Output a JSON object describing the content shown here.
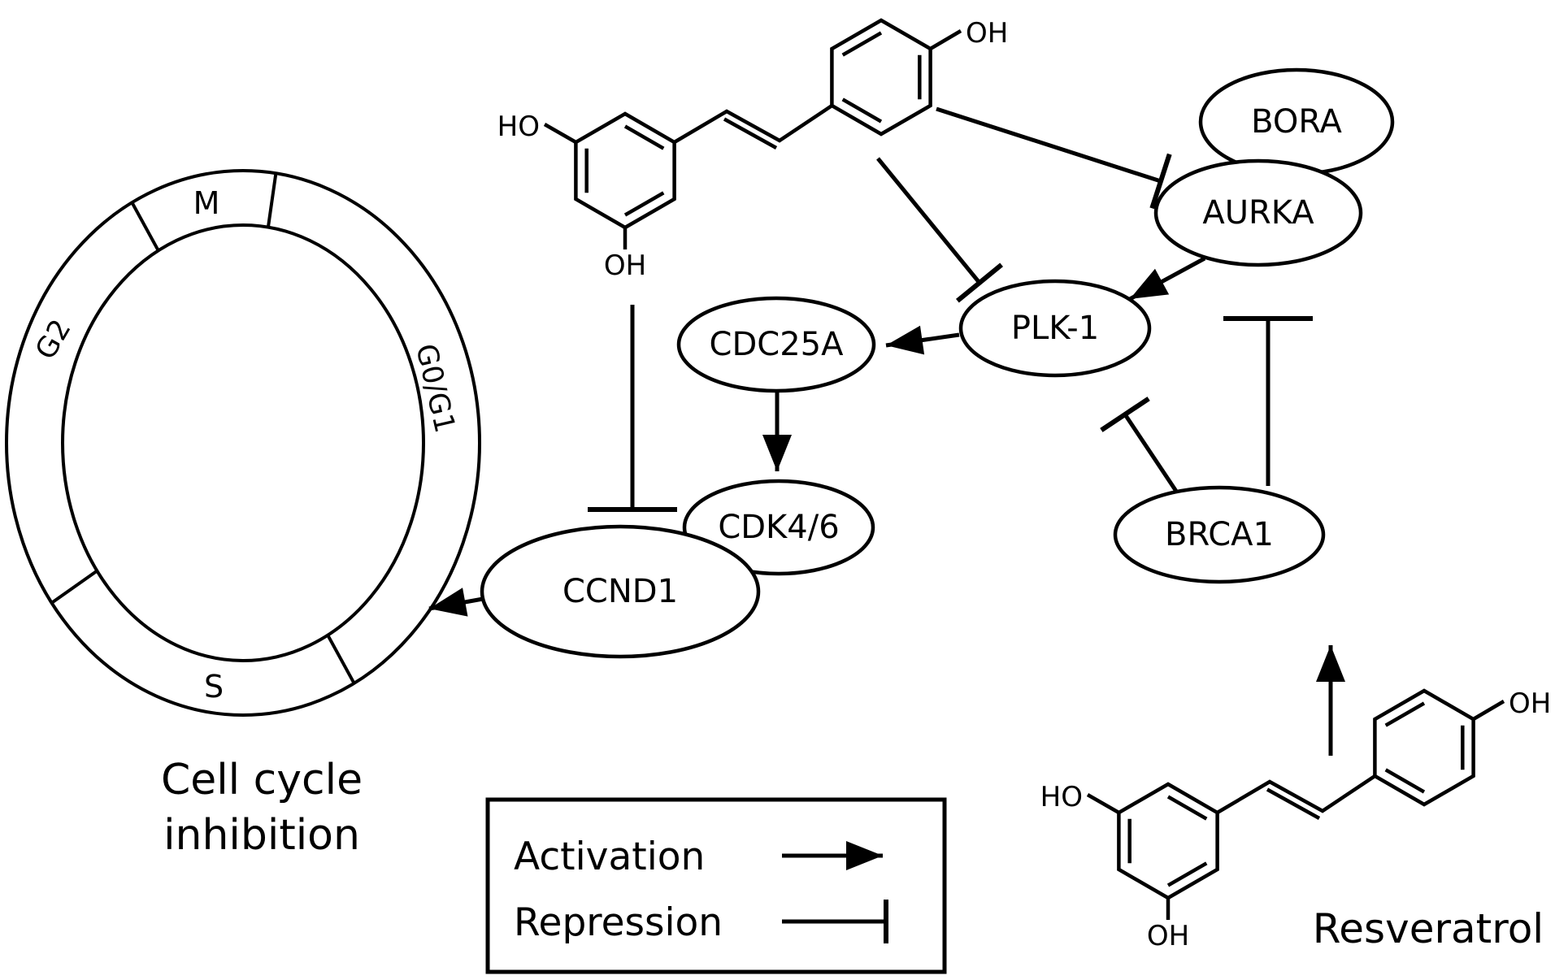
{
  "colors": {
    "ink": "#000000",
    "background": "#ffffff"
  },
  "cell_cycle": {
    "phases": [
      "M",
      "G0/G1",
      "S",
      "G2"
    ],
    "caption_line1": "Cell cycle",
    "caption_line2": "inhibition"
  },
  "nodes": {
    "bora": "BORA",
    "aurka": "AURKA",
    "plk1": "PLK-1",
    "cdc25a": "CDC25A",
    "cdk46": "CDK4/6",
    "ccnd1": "CCND1",
    "brca1": "BRCA1"
  },
  "molecule": {
    "name": "Resveratrol",
    "atom_labels": {
      "ho": "HO",
      "oh_top": "OH",
      "oh_bottom": "OH"
    }
  },
  "legend": {
    "activation_label": "Activation",
    "repression_label": "Repression"
  },
  "edges": [
    {
      "from": "resveratrol-top",
      "to": "AURKA",
      "type": "repression"
    },
    {
      "from": "resveratrol-top",
      "to": "PLK-1",
      "type": "repression"
    },
    {
      "from": "resveratrol-top",
      "to": "CCND1",
      "type": "repression"
    },
    {
      "from": "AURKA",
      "to": "PLK-1",
      "type": "activation"
    },
    {
      "from": "PLK-1",
      "to": "CDC25A",
      "type": "activation"
    },
    {
      "from": "CDC25A",
      "to": "CDK4/6",
      "type": "activation"
    },
    {
      "from": "CCND1",
      "to": "cell-cycle",
      "type": "activation"
    },
    {
      "from": "BRCA1",
      "to": "PLK-1",
      "type": "repression"
    },
    {
      "from": "BRCA1",
      "to": "AURKA",
      "type": "repression"
    },
    {
      "from": "resveratrol-bottom",
      "to": "BRCA1",
      "type": "activation"
    }
  ]
}
